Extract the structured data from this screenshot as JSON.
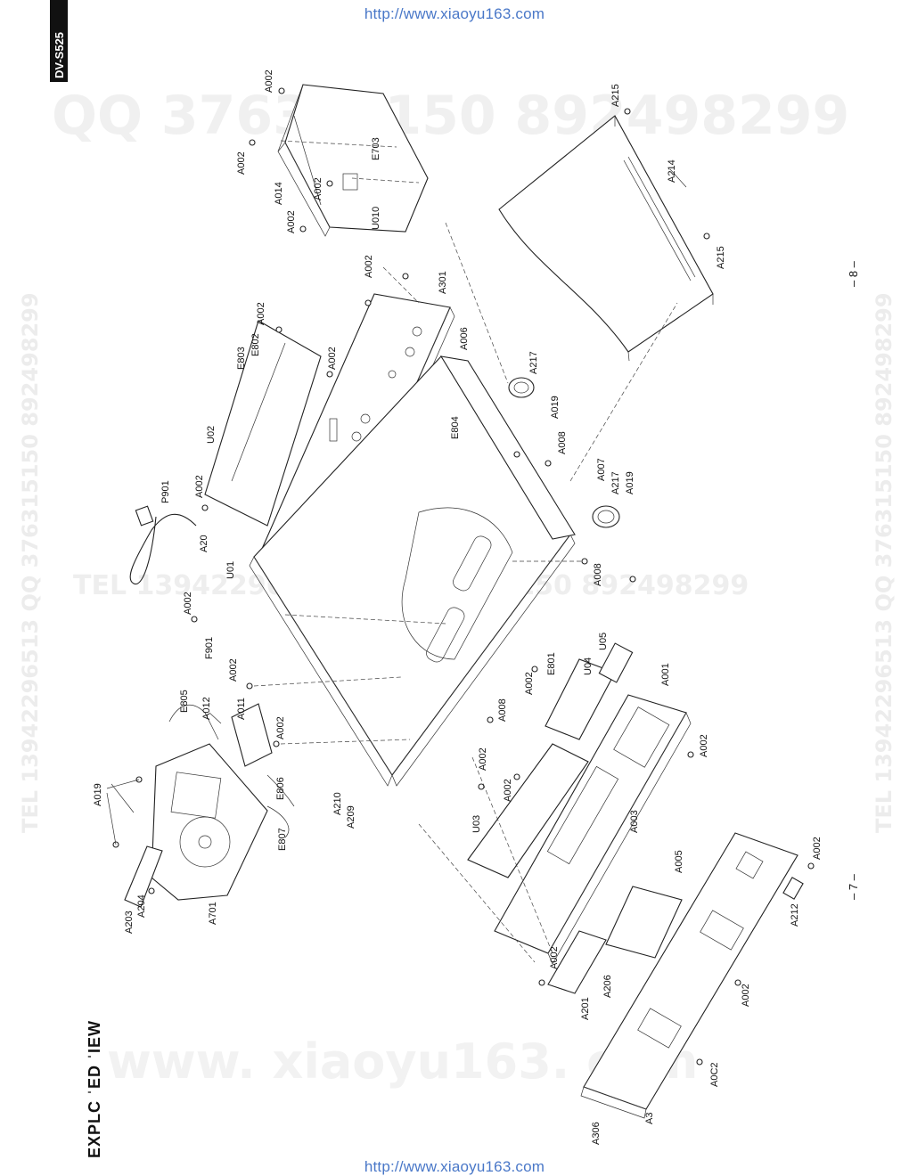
{
  "header_url": "http://www.xiaoyu163.com",
  "footer_url": "http://www.xiaoyu163.com",
  "model_tab": "DV-S525",
  "title": "EXPLC ˈED ˈIEW",
  "page_numbers": [
    "– 8 –",
    "– 7 –"
  ],
  "watermarks": {
    "qq_top": "QQ 376315150    892498299",
    "tel_left": "TEL 13942296513 QQ 376315150 892498299",
    "tel_mid": "TEL 13942296513    QQ 376315150 892498299",
    "tel_right": "TEL 13942296513 QQ 376315150 892498299",
    "site": "www. xiaoyu163. com"
  },
  "parts": [
    {
      "id": "p_a002_1",
      "label": "A002"
    },
    {
      "id": "p_a002_2",
      "label": "A002"
    },
    {
      "id": "p_a002_3",
      "label": "A002"
    },
    {
      "id": "p_a002_4",
      "label": "A002"
    },
    {
      "id": "p_a014",
      "label": "A014"
    },
    {
      "id": "p_e703",
      "label": "E703"
    },
    {
      "id": "p_u010",
      "label": "U010"
    },
    {
      "id": "p_a215_1",
      "label": "A215"
    },
    {
      "id": "p_a214",
      "label": "A214"
    },
    {
      "id": "p_a215_2",
      "label": "A215"
    },
    {
      "id": "p_a002_5",
      "label": "A002"
    },
    {
      "id": "p_a301",
      "label": "A301"
    },
    {
      "id": "p_a002_6",
      "label": "A002"
    },
    {
      "id": "p_e803",
      "label": "E803"
    },
    {
      "id": "p_e802",
      "label": "E802"
    },
    {
      "id": "p_a002_7",
      "label": "A002"
    },
    {
      "id": "p_a006",
      "label": "A006"
    },
    {
      "id": "p_a217_1",
      "label": "A217"
    },
    {
      "id": "p_a019_1",
      "label": "A019"
    },
    {
      "id": "p_u02",
      "label": "U02"
    },
    {
      "id": "p_e804",
      "label": "E804"
    },
    {
      "id": "p_a008_1",
      "label": "A008"
    },
    {
      "id": "p_p901",
      "label": "P901"
    },
    {
      "id": "p_a002_8",
      "label": "A002"
    },
    {
      "id": "p_a007",
      "label": "A007"
    },
    {
      "id": "p_a217_2",
      "label": "A217"
    },
    {
      "id": "p_a019_2",
      "label": "A019"
    },
    {
      "id": "p_a20",
      "label": "A20"
    },
    {
      "id": "p_u01",
      "label": "U01"
    },
    {
      "id": "p_a008_2",
      "label": "A008"
    },
    {
      "id": "p_a002_9",
      "label": "A002"
    },
    {
      "id": "p_f901",
      "label": "F901"
    },
    {
      "id": "p_a002_10",
      "label": "A002"
    },
    {
      "id": "p_e805",
      "label": "E805"
    },
    {
      "id": "p_a012",
      "label": "A012"
    },
    {
      "id": "p_a011",
      "label": "A011"
    },
    {
      "id": "p_a002_11",
      "label": "A002"
    },
    {
      "id": "p_e801",
      "label": "E801"
    },
    {
      "id": "p_u04",
      "label": "U04"
    },
    {
      "id": "p_u05",
      "label": "U05"
    },
    {
      "id": "p_a002_12",
      "label": "A002"
    },
    {
      "id": "p_a001",
      "label": "A001"
    },
    {
      "id": "p_a008_3",
      "label": "A008"
    },
    {
      "id": "p_a002_13",
      "label": "A002"
    },
    {
      "id": "p_a019_3",
      "label": "A019"
    },
    {
      "id": "p_e806",
      "label": "E806"
    },
    {
      "id": "p_a210",
      "label": "A210"
    },
    {
      "id": "p_a209",
      "label": "A209"
    },
    {
      "id": "p_a002_14",
      "label": "A002"
    },
    {
      "id": "p_e807",
      "label": "E807"
    },
    {
      "id": "p_u03",
      "label": "U03"
    },
    {
      "id": "p_a003",
      "label": "A003"
    },
    {
      "id": "p_a002_15",
      "label": "A002"
    },
    {
      "id": "p_a204",
      "label": "A204"
    },
    {
      "id": "p_a203",
      "label": "A203"
    },
    {
      "id": "p_a701",
      "label": "A701"
    },
    {
      "id": "p_a005",
      "label": "A005"
    },
    {
      "id": "p_a212",
      "label": "A212"
    },
    {
      "id": "p_a002_16",
      "label": "A002"
    },
    {
      "id": "p_a002_17",
      "label": "A002"
    },
    {
      "id": "p_a206",
      "label": "A206"
    },
    {
      "id": "p_a201",
      "label": "A201"
    },
    {
      "id": "p_a002_18",
      "label": "A002"
    },
    {
      "id": "p_a0c2",
      "label": "A0C2"
    },
    {
      "id": "p_a306",
      "label": "A306"
    },
    {
      "id": "p_a3",
      "label": "A3"
    }
  ]
}
